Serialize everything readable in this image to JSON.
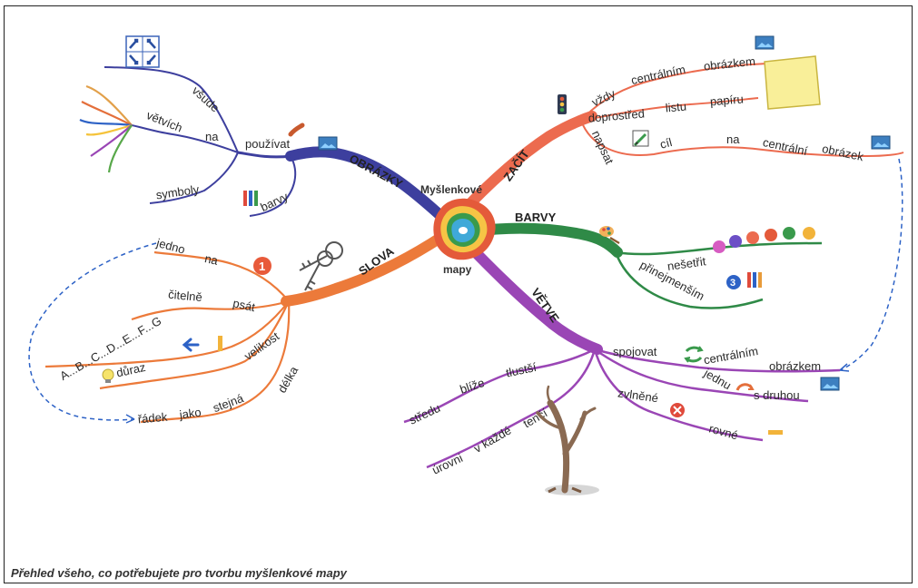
{
  "center": {
    "line1": "Myšlenkové",
    "line2": "mapy"
  },
  "branches": {
    "obrazky": {
      "label": "OBRÁZKY",
      "color": "#3d3f9e"
    },
    "zacit": {
      "label": "ZAČÍT",
      "color": "#ec6b4f"
    },
    "barvy": {
      "label": "BARVY",
      "color": "#2f8a47"
    },
    "vetve": {
      "label": "VĚTVE",
      "color": "#9a46b5"
    },
    "slova": {
      "label": "SLOVA",
      "color": "#ec7a3a"
    }
  },
  "words": {
    "vsude": "všude",
    "vetvich": "větvích",
    "na_o": "na",
    "pouzivat": "používat",
    "symboly": "symboly",
    "barvy_o": "barvy",
    "vzdy": "vždy",
    "centralnim1": "centrálním",
    "obrazkem1": "obrázkem",
    "doprostred": "doprostřed",
    "listu": "listu",
    "papiru": "papíru",
    "napsat": "napsat",
    "cil": "cíl",
    "na_z": "na",
    "centralni": "centrální",
    "obrazek": "obrázek",
    "nesetrit": "nešetřit",
    "prinejmensim": "přinejmenším",
    "spojovat": "spojovat",
    "centralnim2": "centrálním",
    "obrazkem2": "obrázkem",
    "jednu": "jednu",
    "sdruhou": "s druhou",
    "zvlnene": "zvlněné",
    "rovne": "rovné",
    "tlusti": "tlustší",
    "blize": "blíže",
    "stredu": "středu",
    "tenci": "tenčí",
    "vkazde": "v každé",
    "urovni": "úrovni",
    "jedno": "jedno",
    "na_s": "na",
    "citelne": "čitelně",
    "psat": "psát",
    "abc": "A...B...C...D...E...F...G",
    "velikost": "velikost",
    "duraz": "důraz",
    "delka": "délka",
    "radek": "řádek",
    "jako": "jako",
    "stejna": "stejná"
  },
  "badges": {
    "one": "1",
    "three": "3"
  },
  "icons": [
    "arrows-grid-icon",
    "picture-icon",
    "pencils-icon",
    "traffic-light-icon",
    "notepad-icon",
    "pencil-paper-icon",
    "palette-icon",
    "color-balls-icon",
    "key-icon",
    "arrow-left-icon",
    "lightbulb-icon",
    "connect-arrows-icon",
    "curve-arrow-icon",
    "cross-icon",
    "tree-icon"
  ],
  "caption": "Přehled všeho, co potřebujete pro tvorbu myšlenkové mapy"
}
